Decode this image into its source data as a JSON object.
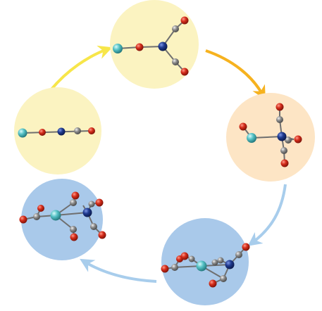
{
  "colors": {
    "yellow_disc": "#fbf3c1",
    "peach_disc": "#fde5c5",
    "blue_disc": "#a9c9ea",
    "arrow_yellow": "#f7e64a",
    "arrow_orange": "#f6b21f",
    "arrow_blue": "#a8cdec",
    "atom_red": "#d52d1b",
    "atom_cyan": "#57c3c7",
    "atom_navy": "#1f3a8f",
    "atom_gray": "#8c8c8c",
    "bond": "#6f6f6f"
  },
  "stages": [
    {
      "name": "linear-chain",
      "disc": "yellow"
    },
    {
      "name": "bent-planar",
      "disc": "yellow"
    },
    {
      "name": "tetrahedral",
      "disc": "peach"
    },
    {
      "name": "bridged-complex",
      "disc": "blue"
    },
    {
      "name": "caged-complex",
      "disc": "blue"
    }
  ],
  "arrows": [
    {
      "name": "arrow-stage1-to-stage2",
      "color": "yellow"
    },
    {
      "name": "arrow-stage2-to-stage3",
      "color": "orange"
    },
    {
      "name": "arrow-stage3-to-stage4",
      "color": "blue"
    },
    {
      "name": "arrow-stage4-to-stage5",
      "color": "blue"
    }
  ]
}
